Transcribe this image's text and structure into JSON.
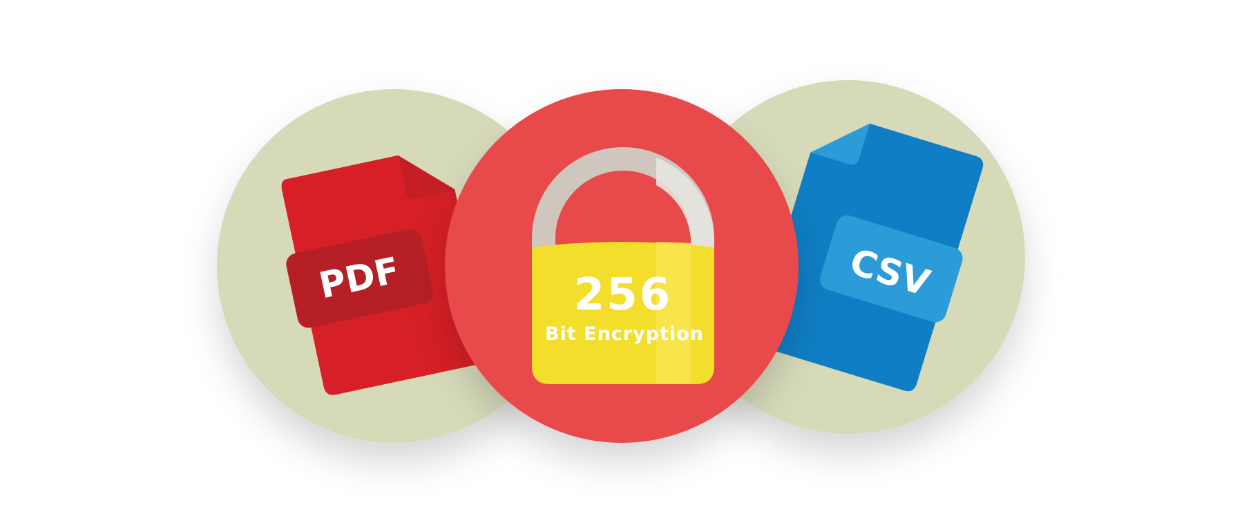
{
  "pdf_badge": {
    "label": "PDF"
  },
  "csv_badge": {
    "label": "CSV"
  },
  "lock": {
    "number": "256",
    "caption": "Bit Encryption"
  },
  "icons": {
    "pdf": "pdf-file-icon",
    "csv": "csv-file-icon",
    "lock": "padlock-icon"
  },
  "colors": {
    "background": "#ffffff",
    "side_circle": "#d6dab9",
    "center_circle": "#e8494b",
    "pdf_doc": "#d61f26",
    "pdf_badge": "#b71f26",
    "csv_doc": "#0f7ec4",
    "csv_badge": "#2c9cd9",
    "shackle": "#cfc6bd",
    "lock_body": "#f3de2c"
  }
}
